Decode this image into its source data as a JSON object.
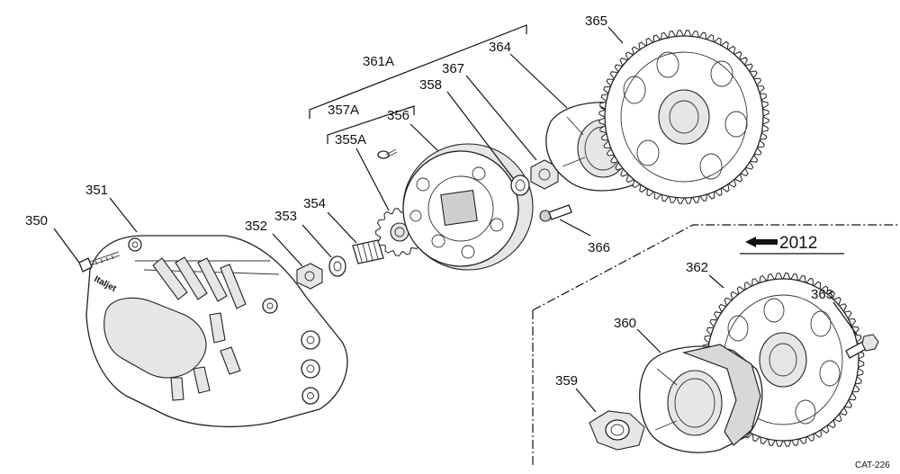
{
  "diagram": {
    "callouts": {
      "c350": "350",
      "c351": "351",
      "c352": "352",
      "c353": "353",
      "c354": "354",
      "c355A": "355A",
      "c356": "356",
      "c357A": "357A",
      "c358": "358",
      "c359": "359",
      "c360": "360",
      "c361A": "361A",
      "c362": "362",
      "c363": "363",
      "c364": "364",
      "c365": "365",
      "c366": "366",
      "c367": "367"
    },
    "year_badge": "2012",
    "cover_logo_text": "Italjet",
    "catalog_code": "CAT-226"
  },
  "colors": {
    "ink": "#111111",
    "shade": "#e6e6e6",
    "lining": "#d8d8d8"
  }
}
